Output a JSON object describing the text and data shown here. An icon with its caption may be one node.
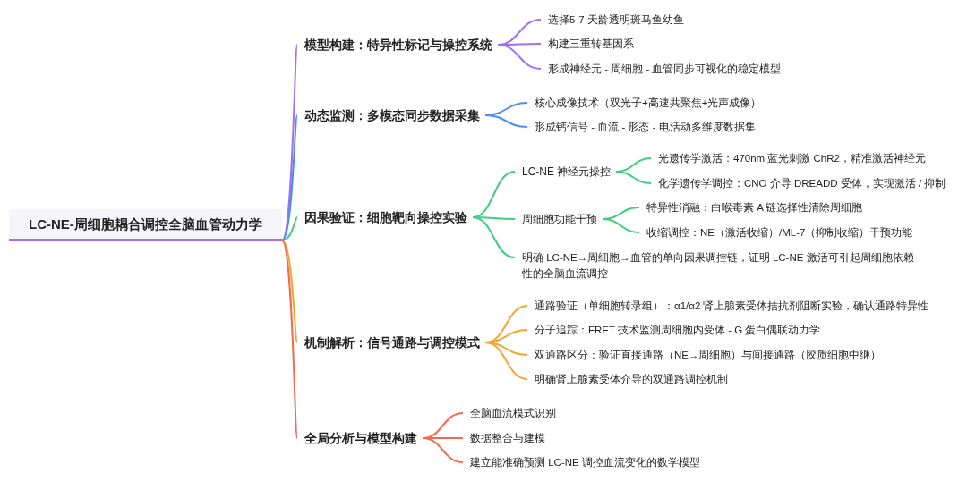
{
  "diagram": {
    "nodes": [
      {
        "text": [
          "LC-NE-周细胞耦合调控全脑血管动力学"
        ]
      },
      {
        "text": [
          "模型构建：特异性标记与操控系统"
        ]
      },
      {
        "text": [
          "选择5-7 天龄透明斑马鱼幼鱼"
        ]
      },
      {
        "text": [
          "构建三重转基因系"
        ]
      },
      {
        "text": [
          "形成神经元 - 周细胞 - 血管同步可视化的稳定模型"
        ]
      },
      {
        "text": [
          "动态监测：多模态同步数据采集"
        ]
      },
      {
        "text": [
          "核心成像技术（双光子+高速共聚焦+光声成像）"
        ]
      },
      {
        "text": [
          "形成钙信号 - 血流 - 形态 - 电活动多维度数据集"
        ]
      },
      {
        "text": [
          "因果验证：细胞靶向操控实验"
        ]
      },
      {
        "text": [
          "LC-NE 神经元操控"
        ]
      },
      {
        "text": [
          "光遗传学激活：470nm 蓝光刺激 ChR2，精准激活神经元"
        ]
      },
      {
        "text": [
          "化学遗传学调控：CNO 介导 DREADD 受体，实现激活 / 抑制"
        ]
      },
      {
        "text": [
          "周细胞功能干预"
        ]
      },
      {
        "text": [
          "特异性消融：白喉毒素 A 链选择性清除周细胞"
        ]
      },
      {
        "text": [
          "收缩调控：NE（激活收缩）/ML-7（抑制收缩）干预功能"
        ]
      },
      {
        "text": [
          "明确 LC-NE→周细胞→血管的单向因果调控链，证明 LC-NE 激活可引起周细胞依赖性的全脑血流调控"
        ]
      },
      {
        "text": [
          "机制解析：信号通路与调控模式"
        ]
      },
      {
        "text": [
          "通路验证（单细胞转录组）：α1/α2 肾上腺素受体拮抗剂阻断实验，确认通路特异性"
        ]
      },
      {
        "text": [
          "分子追踪：FRET 技术监测周细胞内受体 - G 蛋白偶联动力学"
        ]
      },
      {
        "text": [
          "双通路区分：验证直接通路（NE→周细胞）与间接通路（胶质细胞中继）"
        ]
      },
      {
        "text": [
          "明确肾上腺素受体介导的双通路调控机制"
        ]
      },
      {
        "text": [
          "全局分析与模型构建"
        ]
      },
      {
        "text": [
          "全脑血流模式识别"
        ]
      },
      {
        "text": [
          "数据整合与建模"
        ]
      },
      {
        "text": [
          "建立能准确预测 LC-NE 调控血流变化的数学模型"
        ]
      }
    ],
    "edges": [
      {
        "from": 0,
        "to": 1,
        "arrow": "none",
        "color": "#a46ef0"
      },
      {
        "from": 1,
        "to": 2,
        "arrow": "none",
        "color": "#a46ef0"
      },
      {
        "from": 1,
        "to": 3,
        "arrow": "none",
        "color": "#a46ef0"
      },
      {
        "from": 1,
        "to": 4,
        "arrow": "none",
        "color": "#a46ef0"
      },
      {
        "from": 0,
        "to": 5,
        "arrow": "none",
        "color": "#4d8ef5"
      },
      {
        "from": 5,
        "to": 6,
        "arrow": "none",
        "color": "#4d8ef5"
      },
      {
        "from": 5,
        "to": 7,
        "arrow": "none",
        "color": "#4d8ef5"
      },
      {
        "from": 0,
        "to": 8,
        "arrow": "none",
        "color": "#3fcf7f"
      },
      {
        "from": 8,
        "to": 9,
        "arrow": "none",
        "color": "#3fcf7f"
      },
      {
        "from": 9,
        "to": 10,
        "arrow": "none",
        "color": "#3fcf7f"
      },
      {
        "from": 9,
        "to": 11,
        "arrow": "none",
        "color": "#3fcf7f"
      },
      {
        "from": 8,
        "to": 12,
        "arrow": "none",
        "color": "#3fcf7f"
      },
      {
        "from": 12,
        "to": 13,
        "arrow": "none",
        "color": "#3fcf7f"
      },
      {
        "from": 12,
        "to": 14,
        "arrow": "none",
        "color": "#3fcf7f"
      },
      {
        "from": 8,
        "to": 15,
        "arrow": "none",
        "color": "#3fcf7f"
      },
      {
        "from": 0,
        "to": 16,
        "arrow": "none",
        "color": "#f5a52a"
      },
      {
        "from": 16,
        "to": 17,
        "arrow": "none",
        "color": "#f5a52a"
      },
      {
        "from": 16,
        "to": 18,
        "arrow": "none",
        "color": "#f5a52a"
      },
      {
        "from": 16,
        "to": 19,
        "arrow": "none",
        "color": "#f5a52a"
      },
      {
        "from": 16,
        "to": 20,
        "arrow": "none",
        "color": "#f5a52a"
      },
      {
        "from": 0,
        "to": 21,
        "arrow": "none",
        "color": "#f46a4e"
      },
      {
        "from": 21,
        "to": 22,
        "arrow": "none",
        "color": "#f46a4e"
      },
      {
        "from": 21,
        "to": 23,
        "arrow": "none",
        "color": "#f46a4e"
      },
      {
        "from": 21,
        "to": 24,
        "arrow": "none",
        "color": "#f46a4e"
      }
    ]
  }
}
